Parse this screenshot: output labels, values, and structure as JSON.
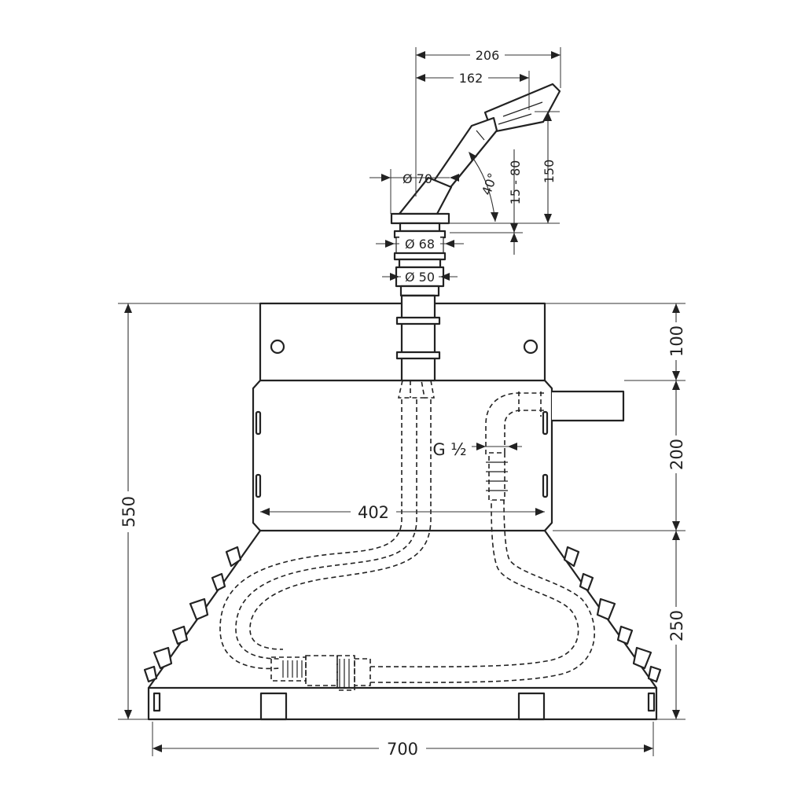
{
  "dimensions": {
    "width_top": "206",
    "width_mid": "162",
    "diameter_handle": "Ø 70",
    "angle": "40°",
    "range": "15 - 80",
    "height_shower": "150",
    "diameter_flange": "Ø 68",
    "diameter_pipe": "Ø 50",
    "height_top": "100",
    "height_mid": "200",
    "height_bottom": "250",
    "height_total": "550",
    "width_inner": "402",
    "width_total": "700",
    "thread": "G ½"
  }
}
